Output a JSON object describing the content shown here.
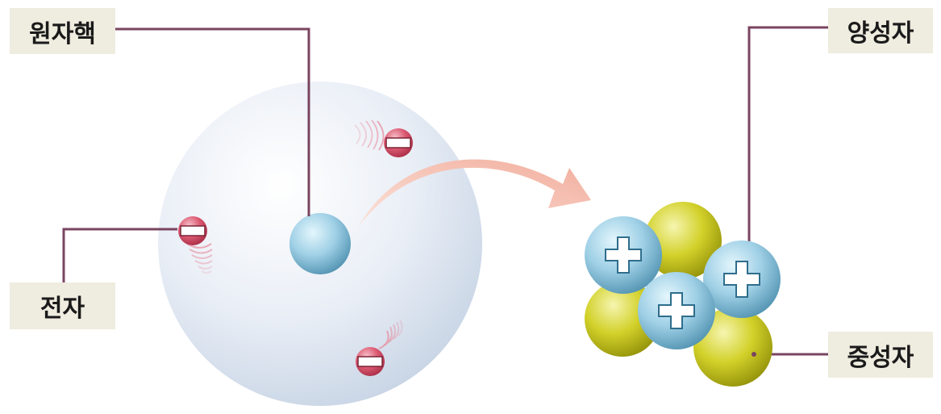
{
  "labels": {
    "nucleus": "원자핵",
    "electron": "전자",
    "proton": "양성자",
    "neutron": "중성자"
  },
  "colors": {
    "leader_line": "#7a4560",
    "label_bg": "#efece0",
    "atom_sphere": "#dde6f2",
    "nucleus_blue": "#8cc4de",
    "proton_blue": "#7fbcd6",
    "neutron_yellow": "#c9c820",
    "electron_red": "#d9566d",
    "arrow_pink": "#f4b5a5"
  },
  "symbols": {
    "proton_charge": "plus-sign",
    "electron_charge": "minus-sign"
  }
}
